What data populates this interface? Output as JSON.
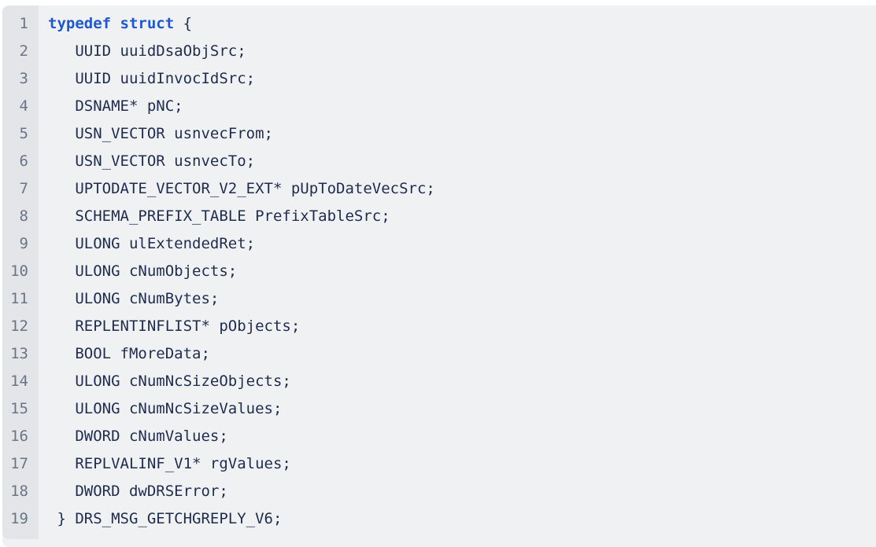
{
  "colors": {
    "page_bg": "#ffffff",
    "block_bg": "#eff1f3",
    "gutter_bg": "#e3e5e9",
    "line_number": "#6b7585",
    "code_text": "#1f2c4e",
    "keyword": "#2157d1"
  },
  "code_block": {
    "lines": [
      {
        "number": "1",
        "segments": [
          {
            "style": "keyword",
            "text": "typedef struct"
          },
          {
            "style": "plain",
            "text": " {"
          }
        ]
      },
      {
        "number": "2",
        "segments": [
          {
            "style": "plain",
            "text": "   UUID uuidDsaObjSrc;"
          }
        ]
      },
      {
        "number": "3",
        "segments": [
          {
            "style": "plain",
            "text": "   UUID uuidInvocIdSrc;"
          }
        ]
      },
      {
        "number": "4",
        "segments": [
          {
            "style": "plain",
            "text": "   DSNAME* pNC;"
          }
        ]
      },
      {
        "number": "5",
        "segments": [
          {
            "style": "plain",
            "text": "   USN_VECTOR usnvecFrom;"
          }
        ]
      },
      {
        "number": "6",
        "segments": [
          {
            "style": "plain",
            "text": "   USN_VECTOR usnvecTo;"
          }
        ]
      },
      {
        "number": "7",
        "segments": [
          {
            "style": "plain",
            "text": "   UPTODATE_VECTOR_V2_EXT* pUpToDateVecSrc;"
          }
        ]
      },
      {
        "number": "8",
        "segments": [
          {
            "style": "plain",
            "text": "   SCHEMA_PREFIX_TABLE PrefixTableSrc;"
          }
        ]
      },
      {
        "number": "9",
        "segments": [
          {
            "style": "plain",
            "text": "   ULONG ulExtendedRet;"
          }
        ]
      },
      {
        "number": "10",
        "segments": [
          {
            "style": "plain",
            "text": "   ULONG cNumObjects;"
          }
        ]
      },
      {
        "number": "11",
        "segments": [
          {
            "style": "plain",
            "text": "   ULONG cNumBytes;"
          }
        ]
      },
      {
        "number": "12",
        "segments": [
          {
            "style": "plain",
            "text": "   REPLENTINFLIST* pObjects;"
          }
        ]
      },
      {
        "number": "13",
        "segments": [
          {
            "style": "plain",
            "text": "   BOOL fMoreData;"
          }
        ]
      },
      {
        "number": "14",
        "segments": [
          {
            "style": "plain",
            "text": "   ULONG cNumNcSizeObjects;"
          }
        ]
      },
      {
        "number": "15",
        "segments": [
          {
            "style": "plain",
            "text": "   ULONG cNumNcSizeValues;"
          }
        ]
      },
      {
        "number": "16",
        "segments": [
          {
            "style": "plain",
            "text": "   DWORD cNumValues;"
          }
        ]
      },
      {
        "number": "17",
        "segments": [
          {
            "style": "plain",
            "text": "   REPLVALINF_V1* rgValues;"
          }
        ]
      },
      {
        "number": "18",
        "segments": [
          {
            "style": "plain",
            "text": "   DWORD dwDRSError;"
          }
        ]
      },
      {
        "number": "19",
        "segments": [
          {
            "style": "plain",
            "text": " } DRS_MSG_GETCHGREPLY_V6;"
          }
        ]
      }
    ]
  }
}
